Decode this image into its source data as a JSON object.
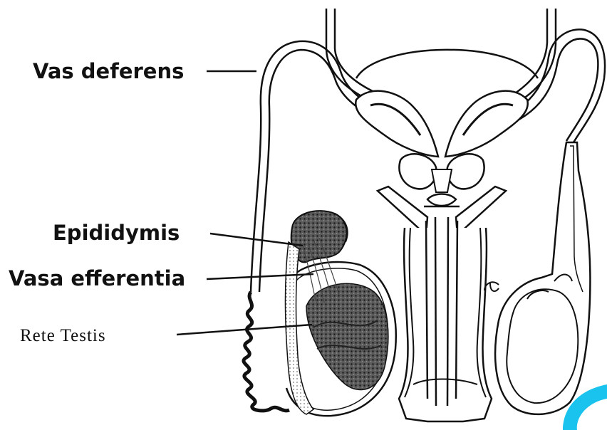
{
  "labels": {
    "vas_deferens": "Vas deferens",
    "epididymis": "Epididymis",
    "vasa_efferentia": "Vasa efferentia",
    "rete_testis": "Rete Testis"
  },
  "colors": {
    "ink": "#111111",
    "shading": "#3a3a3a",
    "accent": "#19c3ee"
  }
}
